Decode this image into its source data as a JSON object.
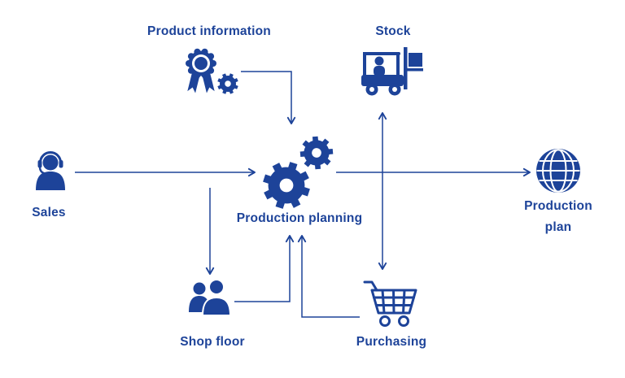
{
  "diagram": {
    "background_color": "#ffffff",
    "accent_color": "#1d4399",
    "nodes": {
      "sales": {
        "label": "Sales",
        "icon": "support-agent-icon"
      },
      "product_information": {
        "label": "Product information",
        "icon": "certificate-gear-icon"
      },
      "stock": {
        "label": "Stock",
        "icon": "forklift-icon"
      },
      "production_planning": {
        "label": "Production planning",
        "icon": "gears-icon"
      },
      "production_plan": {
        "label": "Production plan",
        "icon": "globe-icon"
      },
      "shop_floor": {
        "label": "Shop floor",
        "icon": "people-icon"
      },
      "purchasing": {
        "label": "Purchasing",
        "icon": "shopping-cart-icon"
      }
    },
    "edges": [
      {
        "from": "sales",
        "to": "production_planning"
      },
      {
        "from": "product_information",
        "to": "production_planning"
      },
      {
        "from": "production_planning",
        "to": "stock"
      },
      {
        "from": "production_planning",
        "to": "purchasing"
      },
      {
        "from": "production_planning",
        "to": "shop_floor"
      },
      {
        "from": "shop_floor",
        "to": "production_planning"
      },
      {
        "from": "purchasing",
        "to": "production_planning"
      },
      {
        "from": "production_planning",
        "to": "production_plan"
      }
    ]
  }
}
